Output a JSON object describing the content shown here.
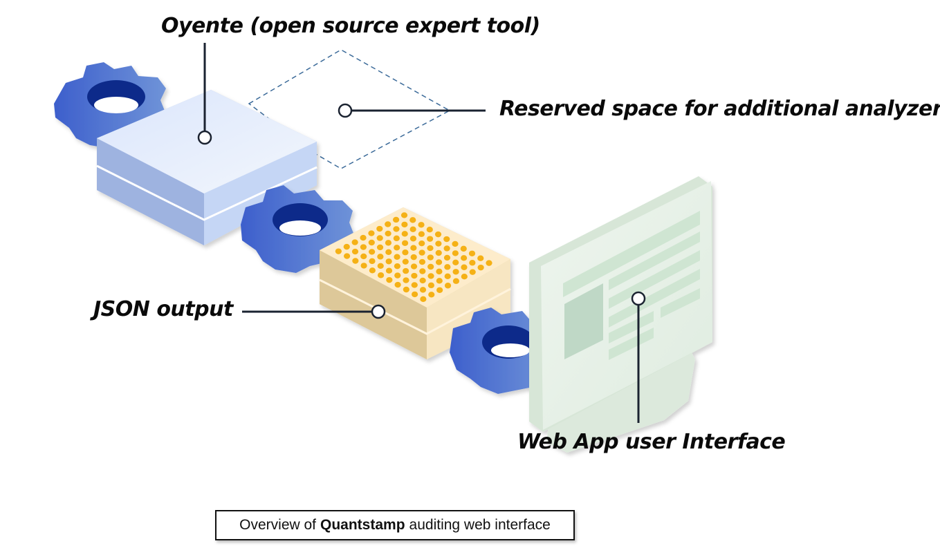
{
  "labels": {
    "oyente": "Oyente (open source expert tool)",
    "reserved": "Reserved space for additional analyzers",
    "json_output": "JSON output",
    "web_app": "Web App user Interface"
  },
  "caption": {
    "prefix": "Overview of",
    "emphasis": "Quantstamp",
    "suffix": "auditing web interface"
  },
  "colors": {
    "gear": "#4a6fd0",
    "gear_hole": "#0a2a8a",
    "oyente_box_top": "#e6eefb",
    "oyente_box_side": "#b8cbee",
    "json_box_top": "#fdeccb",
    "json_box_side": "#e9d3a4",
    "json_dots": "#f5b114",
    "monitor": "#e6f0e6",
    "monitor_screen_bars": "#bcd8c4",
    "dashed_outline": "#3b6a99",
    "leader_line": "#1a2230"
  }
}
